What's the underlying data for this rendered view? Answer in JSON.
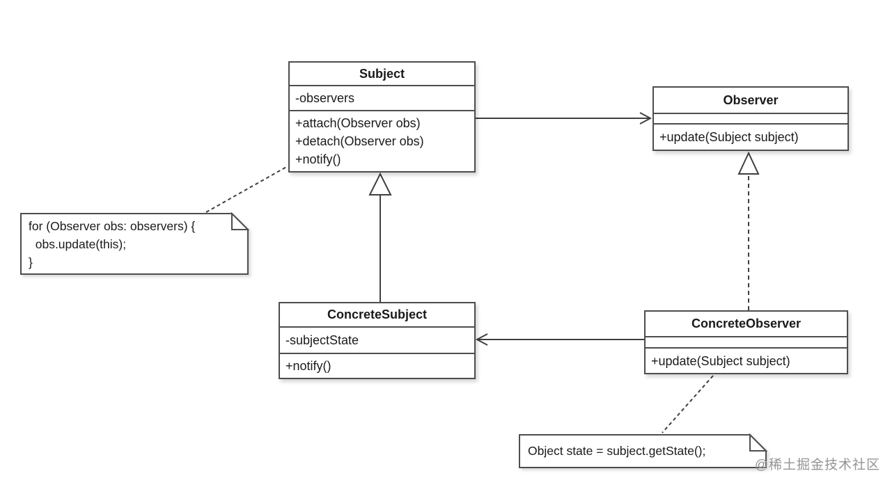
{
  "diagram_type": "uml-class-diagram",
  "classes": [
    {
      "id": "subject",
      "name": "Subject",
      "attributes": [
        "-observers"
      ],
      "methods": [
        "+attach(Observer obs)",
        "+detach(Observer obs)",
        "+notify()"
      ]
    },
    {
      "id": "observer",
      "name": "Observer",
      "attributes": [],
      "methods": [
        "+update(Subject subject)"
      ]
    },
    {
      "id": "concrete-subject",
      "name": "ConcreteSubject",
      "attributes": [
        "-subjectState"
      ],
      "methods": [
        "+notify()"
      ]
    },
    {
      "id": "concrete-observer",
      "name": "ConcreteObserver",
      "attributes": [],
      "methods": [
        "+update(Subject subject)"
      ]
    }
  ],
  "notes": [
    {
      "id": "note-observers-loop",
      "lines": [
        "for (Observer obs: observers) {",
        "  obs.update(this);",
        "}"
      ]
    },
    {
      "id": "note-get-state",
      "lines": [
        "Object state = subject.getState();"
      ]
    }
  ],
  "relationships": [
    {
      "type": "association",
      "from": "Subject",
      "to": "Observer"
    },
    {
      "type": "generalization",
      "from": "ConcreteSubject",
      "to": "Subject"
    },
    {
      "type": "realization",
      "from": "ConcreteObserver",
      "to": "Observer"
    },
    {
      "type": "association",
      "from": "ConcreteObserver",
      "to": "ConcreteSubject"
    },
    {
      "type": "note-anchor",
      "from": "note-observers-loop",
      "to": "Subject"
    },
    {
      "type": "note-anchor",
      "from": "ConcreteObserver",
      "to": "note-get-state"
    }
  ],
  "watermark": "@稀土掘金技术社区",
  "colors": {
    "box_border": "#4d4d4d",
    "line": "#3f3f3f",
    "background": "#ffffff",
    "text": "#1a1a1a",
    "watermark": "#949494"
  }
}
